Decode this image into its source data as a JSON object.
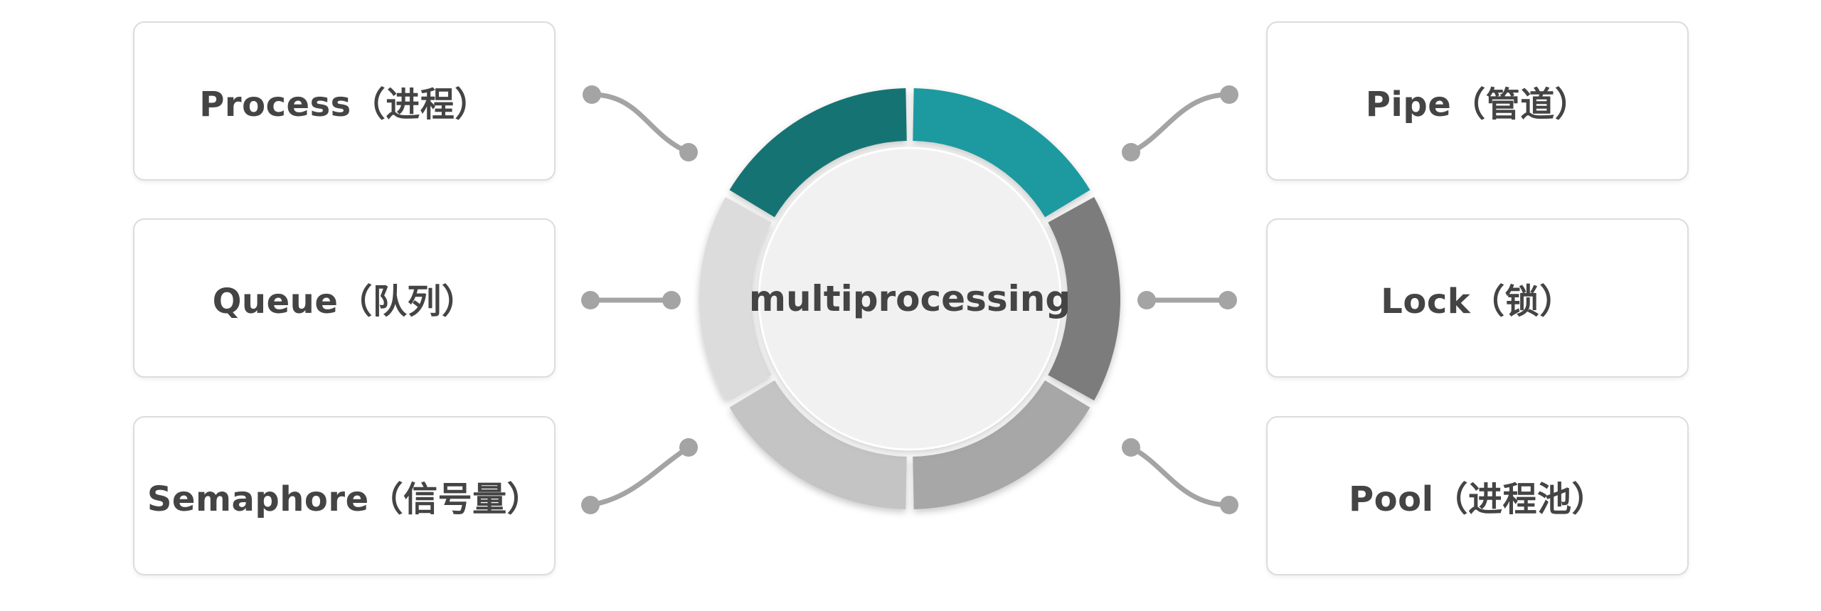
{
  "center": {
    "label": "multiprocessing"
  },
  "left_items": [
    {
      "label": "Process（进程）"
    },
    {
      "label": "Queue（队列）"
    },
    {
      "label": "Semaphore（信号量）"
    }
  ],
  "right_items": [
    {
      "label": "Pipe（管道）"
    },
    {
      "label": "Lock（锁）"
    },
    {
      "label": "Pool（进程池）"
    }
  ],
  "colors": {
    "ring_top_left": "#167373",
    "ring_top_right": "#1d9aa0",
    "ring_right": "#7b7b7b",
    "ring_bottom_right": "#a7a7a7",
    "ring_bottom_left": "#c4c4c4",
    "ring_left": "#dcdcdc",
    "connector": "#a4a4a4",
    "inner_circle": "#f1f1f1",
    "text": "#444444"
  }
}
